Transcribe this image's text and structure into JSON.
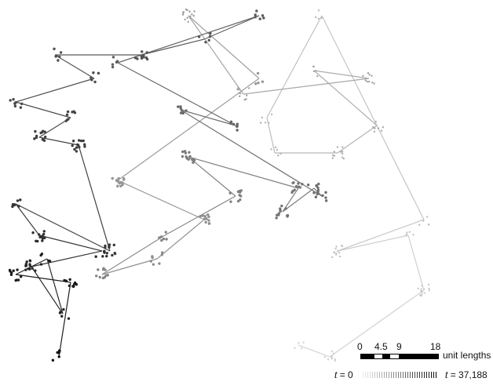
{
  "scale_bar": {
    "ticks": [
      "0",
      "4.5",
      "9",
      "18"
    ],
    "unit": "unit lengths"
  },
  "time_legend": {
    "start_var": "t",
    "start_value": "= 0",
    "end_var": "t",
    "end_value": "= 37,188"
  },
  "colors": {
    "early": "#d0d0d0",
    "late": "#111111"
  }
}
